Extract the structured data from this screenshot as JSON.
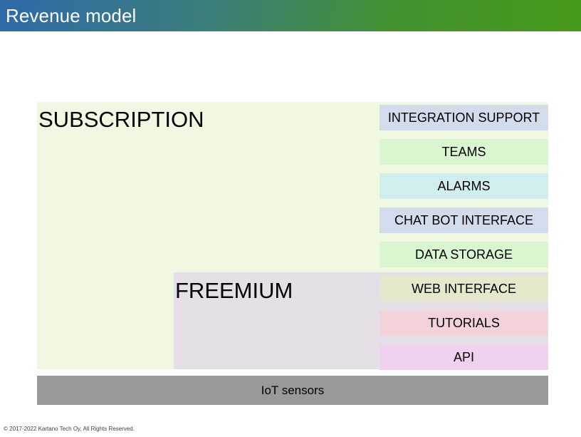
{
  "header": {
    "title": "Revenue model",
    "gradient_from": "#2f6aa9",
    "gradient_to": "#489a1c",
    "title_color": "#ffffff"
  },
  "diagram": {
    "type": "layered-tier-diagram",
    "tiers": [
      {
        "id": "subscription",
        "label": "SUBSCRIPTION",
        "color": "#eff9e2"
      },
      {
        "id": "freemium",
        "label": "FREEMIUM",
        "color": "#e6dfe8"
      }
    ],
    "features": [
      {
        "label": "INTEGRATION SUPPORT",
        "color": "#d3dcec",
        "tier": "subscription"
      },
      {
        "label": "TEAMS",
        "color": "#d9f6d0",
        "tier": "subscription"
      },
      {
        "label": "ALARMS",
        "color": "#d1eeee",
        "tier": "subscription"
      },
      {
        "label": "CHAT BOT INTERFACE",
        "color": "#d3dcec",
        "tier": "subscription"
      },
      {
        "label": "DATA STORAGE",
        "color": "#d9f6d0",
        "tier": "subscription"
      },
      {
        "label": "WEB INTERFACE",
        "color": "#e6e8cb",
        "tier": "freemium"
      },
      {
        "label": "TUTORIALS",
        "color": "#f3d2d9",
        "tier": "freemium"
      },
      {
        "label": "API",
        "color": "#f0d2ee",
        "tier": "freemium"
      }
    ],
    "base": {
      "label": "IoT sensors",
      "color": "#999999"
    }
  },
  "footer": {
    "copyright": "© 2017-2022 Kartano Tech Oy, All Rights Reserved."
  }
}
